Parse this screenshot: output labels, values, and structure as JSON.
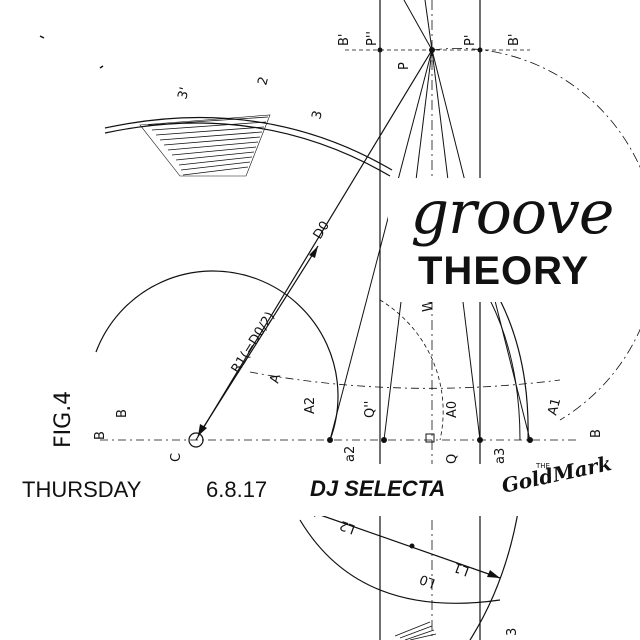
{
  "title": {
    "line1": "groove",
    "line2": "THEORY"
  },
  "event": {
    "day": "THURSDAY",
    "date": "6.8.17",
    "performer": "DJ SELECTA"
  },
  "venue_logo": {
    "small_text": "THE",
    "name": "GoldMark"
  },
  "drawing_labels": {
    "fig": "FIG.4",
    "radius": "R1(=D0/2)",
    "d0": "D0",
    "b_prime": "B'",
    "p_dbl": "P''",
    "p_prime": "P'",
    "p": "P",
    "three_prime": "3'",
    "two": "2",
    "three": "3",
    "w": "W",
    "a": "A",
    "a2": "A2",
    "a1": "A1",
    "a0": "A0",
    "q_dbl": "Q''",
    "q": "Q",
    "b": "B",
    "a_2": "a2",
    "a_3": "a3",
    "c": "C",
    "l2": "L2",
    "l1": "L1",
    "l0": "L0"
  }
}
